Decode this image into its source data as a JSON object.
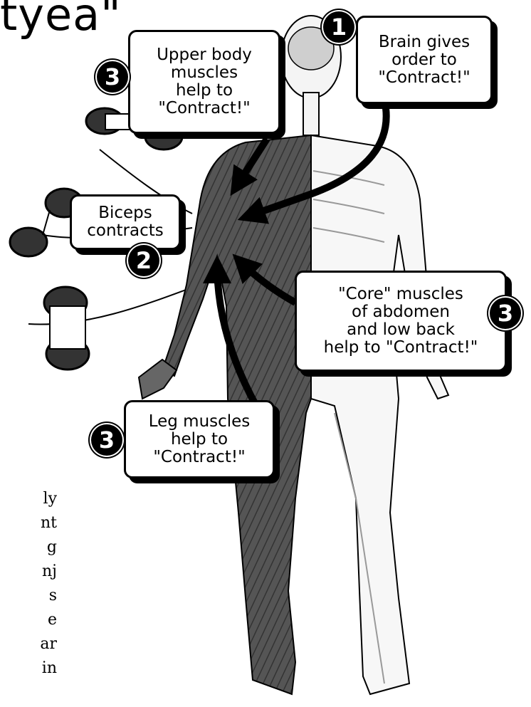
{
  "header_fragment": "tyea\"",
  "side_text_fragments": [
    "ly",
    "nt",
    "g",
    "nj",
    "s",
    "e",
    "ar",
    "in"
  ],
  "callouts": {
    "brain": {
      "number": "1",
      "lines": [
        "Brain gives",
        "order to",
        "\"Contract!\""
      ]
    },
    "upper_body": {
      "number": "3",
      "lines": [
        "Upper body",
        "muscles",
        "help to",
        "\"Contract!\""
      ]
    },
    "biceps": {
      "number": "2",
      "lines": [
        "Biceps",
        "contracts"
      ]
    },
    "core": {
      "number": "3",
      "lines": [
        "\"Core\" muscles",
        "of abdomen",
        "and low back",
        "help to \"Contract!\""
      ]
    },
    "legs": {
      "number": "3",
      "lines": [
        "Leg muscles",
        "help to",
        "\"Contract!\""
      ]
    }
  }
}
